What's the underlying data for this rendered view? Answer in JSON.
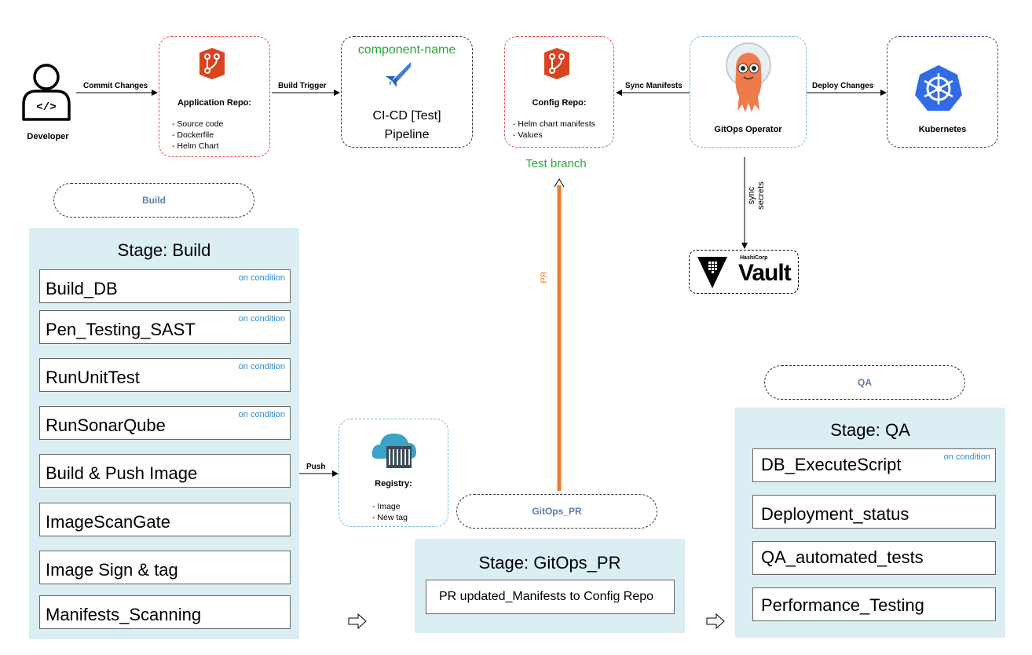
{
  "developer": {
    "label": "Developer"
  },
  "app_repo": {
    "title": "Application Repo:",
    "items": [
      "- Source code",
      "- Dockerfile",
      "- Helm Chart"
    ]
  },
  "pipeline": {
    "component": "component-name",
    "line1": "CI-CD [Test]",
    "line2": "Pipeline"
  },
  "config_repo": {
    "title": "Config Repo:",
    "items": [
      "- Helm chart manifests",
      "- Values"
    ],
    "branch": "Test branch"
  },
  "gitops_operator": {
    "label": "GitOps Operator"
  },
  "kubernetes": {
    "label": "Kubernetes"
  },
  "vault": {
    "small": "HashiCorp",
    "big": "Vault"
  },
  "edges": {
    "commit": "Commit Changes",
    "build_trigger": "Build Trigger",
    "sync_manifests": "Sync Manifests",
    "deploy_changes": "Deploy Changes",
    "sync_secrets": "sync secrets",
    "pr": "PR",
    "push": "Push"
  },
  "pills": {
    "build": "Build",
    "gitops_pr": "GitOps_PR",
    "qa": "QA"
  },
  "stage_build": {
    "title": "Stage: Build",
    "tasks": [
      {
        "name": "Build_DB",
        "cond": "on condition"
      },
      {
        "name": "Pen_Testing_SAST",
        "cond": "on condition"
      },
      {
        "name": "RunUnitTest",
        "cond": "on condition"
      },
      {
        "name": "RunSonarQube",
        "cond": "on condition"
      },
      {
        "name": "Build & Push Image",
        "cond": ""
      },
      {
        "name": "ImageScanGate",
        "cond": ""
      },
      {
        "name": "Image Sign & tag",
        "cond": ""
      },
      {
        "name": "Manifests_Scanning",
        "cond": ""
      }
    ]
  },
  "registry": {
    "title": "Registry:",
    "items": [
      "- Image",
      "- New tag"
    ]
  },
  "stage_gitops": {
    "title": "Stage: GitOps_PR",
    "task": "PR updated_Manifests to Config Repo"
  },
  "stage_qa": {
    "title": "Stage:  QA",
    "tasks": [
      {
        "name": "DB_ExecuteScript",
        "cond": "on condition"
      },
      {
        "name": "Deployment_status",
        "cond": ""
      },
      {
        "name": "QA_automated_tests",
        "cond": ""
      },
      {
        "name": "Performance_Testing",
        "cond": ""
      }
    ]
  },
  "colors": {
    "red_dash": "#e05050",
    "blue_dash": "#7ab8d8",
    "navy_dash": "#3a3f7a",
    "stage_bg": "#dbeef4",
    "orange": "#f07c28",
    "green": "#2aa83a",
    "git_red": "#d9441f",
    "k8s_blue": "#326ce5"
  }
}
